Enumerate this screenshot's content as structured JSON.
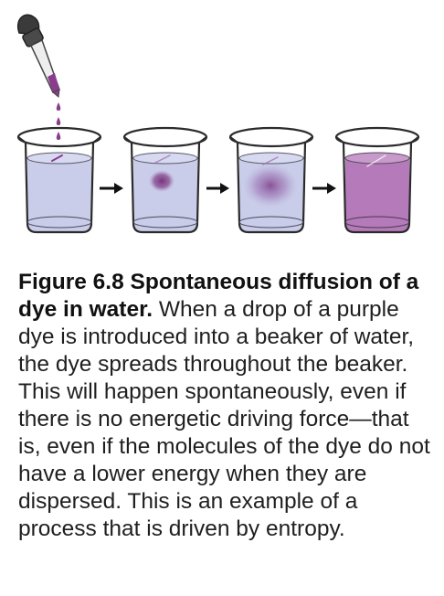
{
  "figure": {
    "title": "Figure 6.8 Spontaneous diffusion of a dye in water.",
    "body": " When a drop of a purple dye is introduced into a beaker of water, the dye spreads throughout the beaker. This will happen spontaneously, even if there is no energetic driving force—that is, even if the molecules of the dye do not have a lower energy when they are dispersed. This is an example of a process that is driven by entropy."
  },
  "illustration": {
    "colors": {
      "water": "#c9cde9",
      "dye": "#8a4b8e",
      "dye_light": "#a98ac2",
      "mixed": "#b57ab9",
      "outline": "#2b2b2b",
      "dropper_bulb": "#3a3a3a",
      "dropper_tube": "#eeeeee"
    },
    "steps": [
      {
        "state": "drops falling into water"
      },
      {
        "state": "dye just entered"
      },
      {
        "state": "dye spreading"
      },
      {
        "state": "dye fully dispersed"
      }
    ],
    "arrow_icon": "right-arrow-icon"
  }
}
